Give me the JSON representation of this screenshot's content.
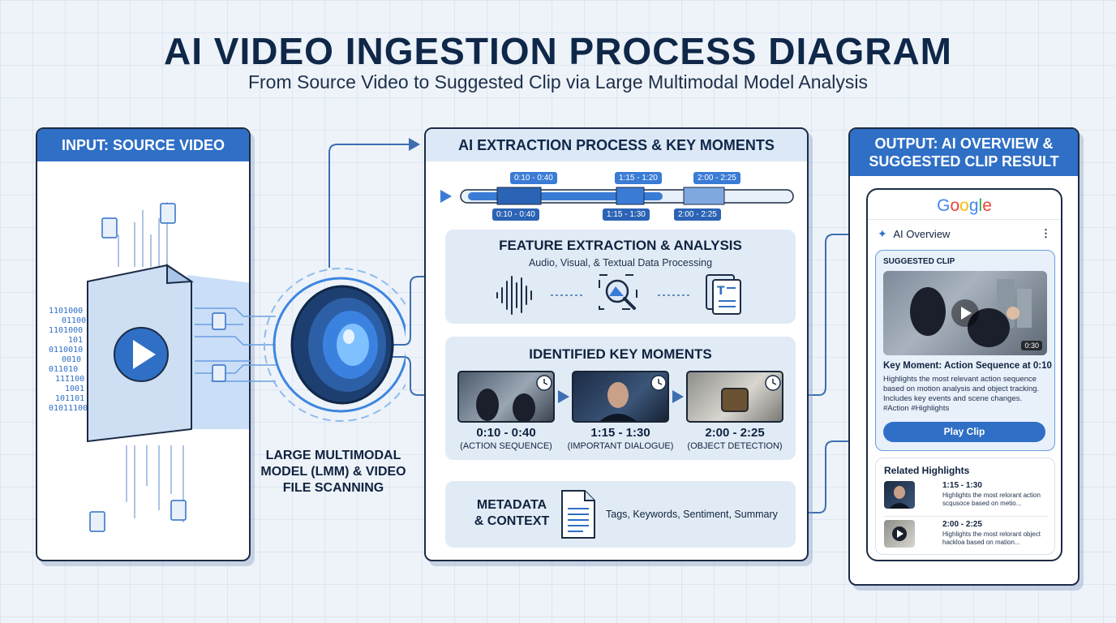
{
  "header": {
    "title": "AI VIDEO INGESTION PROCESS DIAGRAM",
    "subtitle": "From Source Video to Suggested Clip via Large Multimodal Model Analysis"
  },
  "input_panel": {
    "title": "INPUT: SOURCE VIDEO",
    "binary_lines": [
      "1101000",
      "01100",
      "1101000",
      "101",
      "0110010",
      "0010",
      "011010",
      "11I100",
      "1001",
      "101101",
      "01011100"
    ]
  },
  "lmm": {
    "label": "LARGE MULTIMODAL MODEL (LMM) & VIDEO FILE SCANNING"
  },
  "process_panel": {
    "title": "AI EXTRACTION PROCESS & KEY MOMENTS",
    "timeline": {
      "top_labels": [
        "0:10 - 0:40",
        "1:15 - 1:20",
        "2:00 - 2:25"
      ],
      "bottom_labels": [
        "0:10 - 0:40",
        "1:15 - 1:30",
        "2:00 - 2:25"
      ]
    },
    "feature": {
      "title": "FEATURE EXTRACTION & ANALYSIS",
      "subtitle": "Audio, Visual, & Textual Data Processing"
    },
    "key_moments": {
      "title": "IDENTIFIED KEY MOMENTS",
      "items": [
        {
          "time": "0:10 - 0:40",
          "label": "(ACTION SEQUENCE)"
        },
        {
          "time": "1:15 - 1:30",
          "label": "(IMPORTANT DIALOGUE)"
        },
        {
          "time": "2:00 - 2:25",
          "label": "(OBJECT DETECTION)"
        }
      ]
    },
    "metadata": {
      "title_line1": "METADATA",
      "title_line2": "& CONTEXT",
      "text": "Tags, Keywords, Sentiment, Summary"
    }
  },
  "output_panel": {
    "title_line1": "OUTPUT: AI OVERVIEW &",
    "title_line2": "SUGGESTED CLIP RESULT",
    "google": [
      "G",
      "o",
      "o",
      "g",
      "l",
      "e"
    ],
    "ai_overview": "AI Overview",
    "suggested_label": "SUGGESTED CLIP",
    "clip_duration": "0:30",
    "key_moment_title": "Key Moment: Action Sequence at 0:10",
    "key_moment_desc": "Highlights the most relevant action sequence based on motion analysis and object tracking. Includes key events and scene changes. #Action #Highlights",
    "play_button": "Play Clip",
    "related_title": "Related Highlights",
    "related": [
      {
        "time": "1:15 - 1:30",
        "desc": "Highlights the most relorant action scqusoce based on metio..."
      },
      {
        "time": "2:00 - 2:25",
        "desc": "Highlights the most relorant object hackloa based on mation..."
      }
    ]
  },
  "colors": {
    "primary_blue": "#2f6fc6",
    "light_blue": "#dce8f6",
    "section_bg": "#e1ebf6",
    "dark_navy": "#0f2748"
  }
}
